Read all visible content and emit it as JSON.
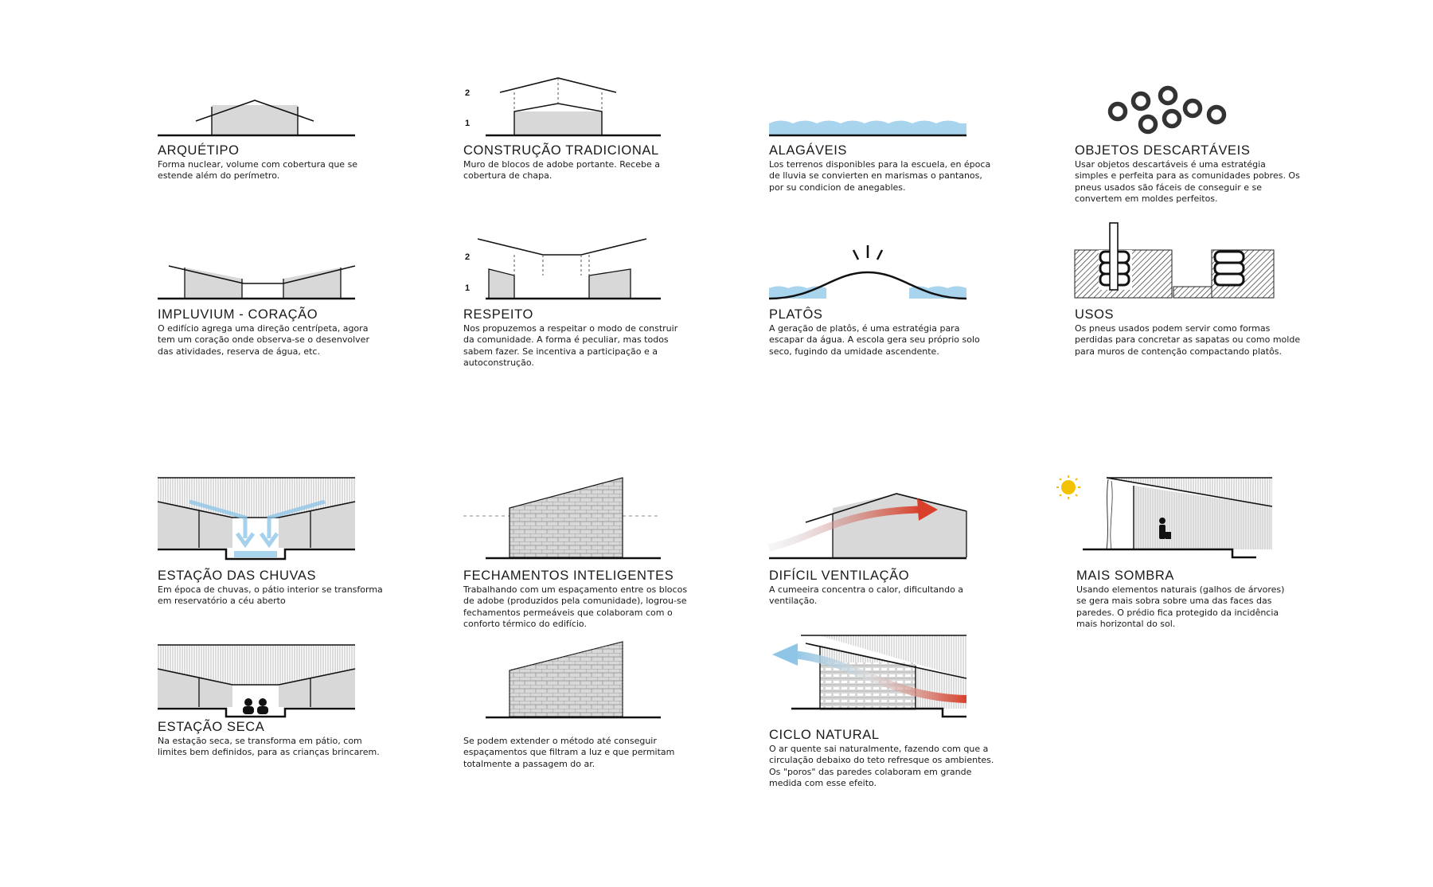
{
  "colors": {
    "gray": "#d8d8d8",
    "water": "#a9d4ee",
    "arrow_red": "#d8402a",
    "arrow_blue": "#8fc6e8",
    "sun": "#f2c200",
    "line": "#111111"
  },
  "level_labels": {
    "one": "1",
    "two": "2"
  },
  "cells": {
    "arquetipo": {
      "title": "ARQUÉTIPO",
      "desc": "Forma nuclear, volume com cobertura que se estende além do perímetro."
    },
    "construcao": {
      "title": "CONSTRUÇÃO TRADICIONAL",
      "desc": "Muro de blocos de adobe portante. Recebe a cobertura de chapa."
    },
    "alagaveis": {
      "title": "ALAGÁVEIS",
      "desc": "Los terrenos disponibles para la escuela, en época de lluvia se convierten en marismas o pantanos, por su condicion de anegables."
    },
    "objetos": {
      "title": "OBJETOS DESCARTÁVEIS",
      "desc": "Usar objetos descartáveis é uma estratégia simples e perfeita para as comunidades pobres. Os pneus usados são fáceis de conseguir e se convertem em moldes perfeitos."
    },
    "impluvium": {
      "title": "IMPLUVIUM - CORAÇÃO",
      "desc": "O edifício agrega uma direção centrípeta, agora tem um coração onde observa-se o desenvolver das atividades, reserva de água, etc."
    },
    "respeito": {
      "title": "RESPEITO",
      "desc": "Nos propuzemos a respeitar o modo de construir da comunidade. A forma é peculiar, mas todos sabem fazer. Se incentiva a participação e a autoconstrução."
    },
    "platos": {
      "title": "PLATÔS",
      "desc": "A geração de platôs, é uma estratégia para escapar da água. A escola gera seu próprio solo seco, fugindo da umidade ascendente."
    },
    "usos": {
      "title": "USOS",
      "desc": "Os pneus usados podem servir como formas perdidas para concretar as sapatas ou como molde para muros de contenção compactando platôs."
    },
    "chuvas": {
      "title": "ESTAÇÃO DAS CHUVAS",
      "desc": "Em época de chuvas, o pátio interior se transforma em reservatório a céu aberto"
    },
    "fechamentos": {
      "title": "FECHAMENTOS INTELIGENTES",
      "desc": "Trabalhando com um espaçamento entre os blocos de adobe (produzidos pela comunidade), logrou-se fechamentos permeáveis que colaboram com o conforto térmico do edifício."
    },
    "dificil": {
      "title": "DIFÍCIL VENTILAÇÃO",
      "desc": "A cumeeira concentra o calor, dificultando a ventilação."
    },
    "sombra": {
      "title": "MAIS SOMBRA",
      "desc": "Usando elementos naturais (galhos de árvores) se gera mais sobra sobre uma das faces das paredes. O prédio fica protegido da incidência mais horizontal do sol."
    },
    "seca": {
      "title": "ESTAÇÃO SECA",
      "desc": "Na estação seca, se transforma em pátio, com limites bem definidos, para as crianças brincarem."
    },
    "extender": {
      "desc": "Se podem extender o método até conseguir espaçamentos que filtram a luz e que permitam totalmente a passagem do ar."
    },
    "ciclo": {
      "title": "CICLO NATURAL",
      "desc": "O ar quente sai naturalmente, fazendo com que a circulação debaixo do teto refresque os ambientes. Os \"poros\" das paredes colaboram em grande medida com esse efeito."
    }
  }
}
